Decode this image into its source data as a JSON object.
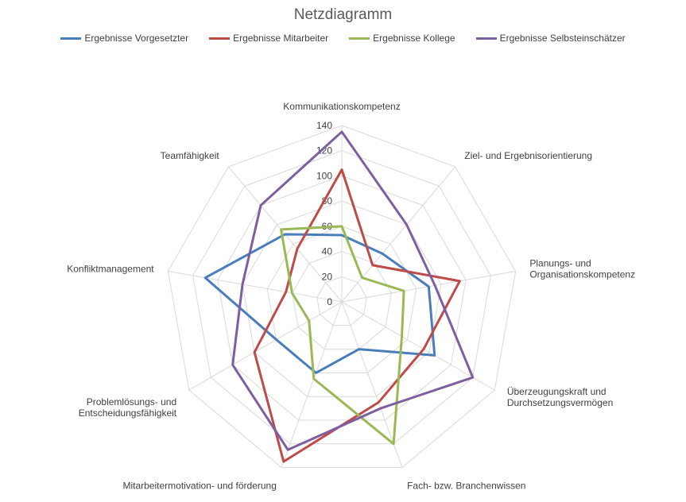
{
  "chart_data": {
    "type": "radar",
    "title": "Netzdiagramm",
    "rlim": [
      0,
      140
    ],
    "r_ticks": [
      0,
      20,
      40,
      60,
      80,
      100,
      120,
      140
    ],
    "grid": true,
    "legend_position": "top",
    "categories": [
      "Kommunikationskompetenz",
      "Ziel- und Ergebnisorientierung",
      "Planungs- und Organisationskompetenz",
      "Überzeugungskraft und Durchsetzungsvermögen",
      "Fach- bzw. Branchenwissen",
      "Mitarbeitermotivation- und förderung",
      "Problemlösungs- und Entscheidungsfähigkeit",
      "Konfliktmanagement",
      "Teamfähigkeit"
    ],
    "category_lines": [
      [
        "Kommunikationskompetenz"
      ],
      [
        "Ziel- und Ergebnisorientierung"
      ],
      [
        "Planungs- und",
        "Organisationskompetenz"
      ],
      [
        "Überzeugungskraft und",
        "Durchsetzungsvermögen"
      ],
      [
        "Fach- bzw. Branchenwissen"
      ],
      [
        "Mitarbeitermotivation- und förderung"
      ],
      [
        "Problemlösungs- und",
        "Entscheidungsfähigkeit"
      ],
      [
        "Konfliktmanagement"
      ],
      [
        "Teamfähigkeit"
      ]
    ],
    "series": [
      {
        "name": "Ergebnisse Vorgesetzter",
        "color": "#4a7ebb",
        "values": [
          53,
          50,
          70,
          85,
          40,
          60,
          60,
          110,
          70
        ]
      },
      {
        "name": "Ergebnisse Mitarbeiter",
        "color": "#be4b48",
        "values": [
          105,
          38,
          95,
          75,
          85,
          135,
          80,
          45,
          55
        ]
      },
      {
        "name": "Ergebnisse Kollege",
        "color": "#98b954",
        "values": [
          60,
          25,
          50,
          55,
          120,
          65,
          30,
          40,
          75
        ]
      },
      {
        "name": "Ergebnisse Selbsteinschätzer",
        "color": "#7d5fa0",
        "values": [
          135,
          80,
          75,
          120,
          90,
          125,
          100,
          80,
          100
        ]
      }
    ]
  }
}
